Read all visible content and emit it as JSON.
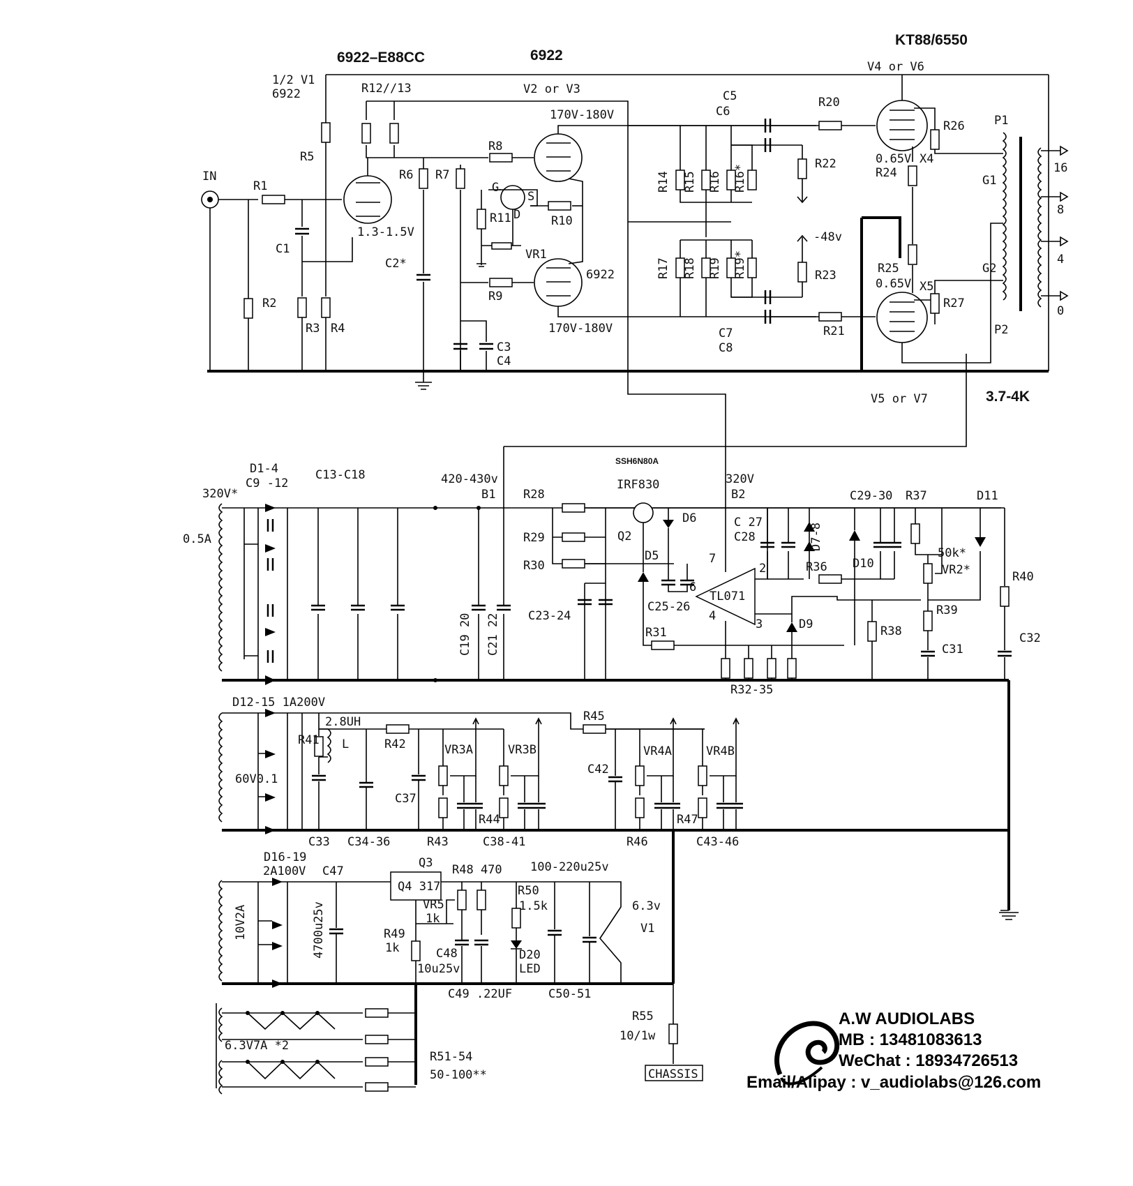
{
  "titles": {
    "input_tube": "6922–E88CC",
    "driver_tube": "6922",
    "output_tube": "KT88/6550"
  },
  "labels": {
    "half_v1": "1/2 V1",
    "half_v1_type": "6922",
    "r12_13": "R12//13",
    "v2_v3": "V2 or V3",
    "v4_v6": "V4 or V6",
    "v5_v7": "V5 or V7",
    "volt_170_top": "170V-180V",
    "volt_170_bot": "170V-180V",
    "cathode_v": "1.3-1.5V",
    "in": "IN",
    "tube_6922": "6922",
    "bias_top": "0.65V",
    "bias_bot": "0.65V",
    "x4": "X4",
    "x5": "X5",
    "neg48": "-48v",
    "impedance": "3.7-4K",
    "tap16": "16",
    "tap8": "8",
    "tap4": "4",
    "tap0": "0",
    "p1": "P1",
    "p2": "P2",
    "g1": "G1",
    "g2": "G2",
    "c5": "C5",
    "c6": "C6",
    "c7": "C7",
    "c8": "C8",
    "r1": "R1",
    "r2": "R2",
    "r3": "R3",
    "r4": "R4",
    "r5": "R5",
    "r6": "R6",
    "r7": "R7",
    "r8": "R8",
    "r9": "R9",
    "r10": "R10",
    "r11": "R11",
    "vr1": "VR1",
    "c1": "C1",
    "c2": "C2*",
    "c3": "C3",
    "c4": "C4",
    "r14": "R14",
    "r15": "R15",
    "r16": "R16",
    "r16s": "R16*",
    "r17": "R17",
    "r18": "R18",
    "r19": "R19",
    "r19s": "R19*",
    "r20": "R20",
    "r21": "R21",
    "r22": "R22",
    "r23": "R23",
    "r24": "R24",
    "r25": "R25",
    "r26": "R26",
    "r27": "R27",
    "g": "G",
    "s": "S",
    "d": "D"
  },
  "psu": {
    "v320": "320V*",
    "a05": "0.5A",
    "d1_4": "D1-4",
    "c9_12": "C9 -12",
    "c13_18": "C13-C18",
    "b1_v": "420-430v",
    "b1": "B1",
    "ssh": "SSH6N80A",
    "irf": "IRF830",
    "q2": "Q2",
    "b2_v": "320V",
    "b2": "B2",
    "r28": "R28",
    "r29": "R29",
    "r30": "R30",
    "d5": "D5",
    "d6": "D6",
    "d7_8": "D7-8",
    "d9": "D9",
    "d10": "D10",
    "d11": "D11",
    "c19_20": "C19 20",
    "c21_22": "C21 22",
    "c23_24": "C23-24",
    "c25_26": "C25-26",
    "c27": "C 27",
    "c28": "C28",
    "c29_30": "C29-30",
    "r31": "R31",
    "r32_35": "R32-35",
    "r36": "R36",
    "r37": "R37",
    "r38": "R38",
    "r39": "R39",
    "r40": "R40",
    "c31": "C31",
    "c32": "C32",
    "vr2_val": "50k*",
    "vr2": "VR2*",
    "tl071": "TL071",
    "p7": "7",
    "p2": "2",
    "p6": "6",
    "p4": "4",
    "p3": "3"
  },
  "bias": {
    "d12_15": "D12-15 1A200V",
    "v60": "60V0.1",
    "uh": "2.8UH",
    "l": "L",
    "r41": "R41",
    "r42": "R42",
    "r43": "R43",
    "r44": "R44",
    "r45": "R45",
    "r46": "R46",
    "r47": "R47",
    "vr3a": "VR3A",
    "vr3b": "VR3B",
    "vr4a": "VR4A",
    "vr4b": "VR4B",
    "c33": "C33",
    "c34_36": "C34-36",
    "c37": "C37",
    "c38_41": "C38-41",
    "c42": "C42",
    "c43_46": "C43-46"
  },
  "heater": {
    "d16_19": "D16-19",
    "a100": "2A100V",
    "v10": "10V2A",
    "c47": "C47",
    "c47v": "4700u25v",
    "q3": "Q3",
    "q4": "Q4 317",
    "r48": "R48 470",
    "vr5": "VR5",
    "vr5v": "1k",
    "r49": "R49",
    "r49v": "1k",
    "c48": "C48",
    "c48v": "10u25v",
    "c49": "C49 .22UF",
    "r50": "R50",
    "r50v": "1.5k",
    "d20": "D20",
    "led": "LED",
    "cap100": "100-220u25v",
    "c50_51": "C50-51",
    "v63": "6.3v",
    "v1": "V1",
    "r55": "R55",
    "r55v": "10/1w",
    "chassis": "CHASSIS",
    "fil": "6.3V7A *2",
    "r51_54": "R51-54",
    "r51v": "50-100**"
  },
  "brand": {
    "name": "A.W  AUDIOLABS",
    "mb": "MB : 13481083613",
    "wechat": "WeChat : 18934726513",
    "email": "Email/Alipay : v_audiolabs@126.com"
  }
}
